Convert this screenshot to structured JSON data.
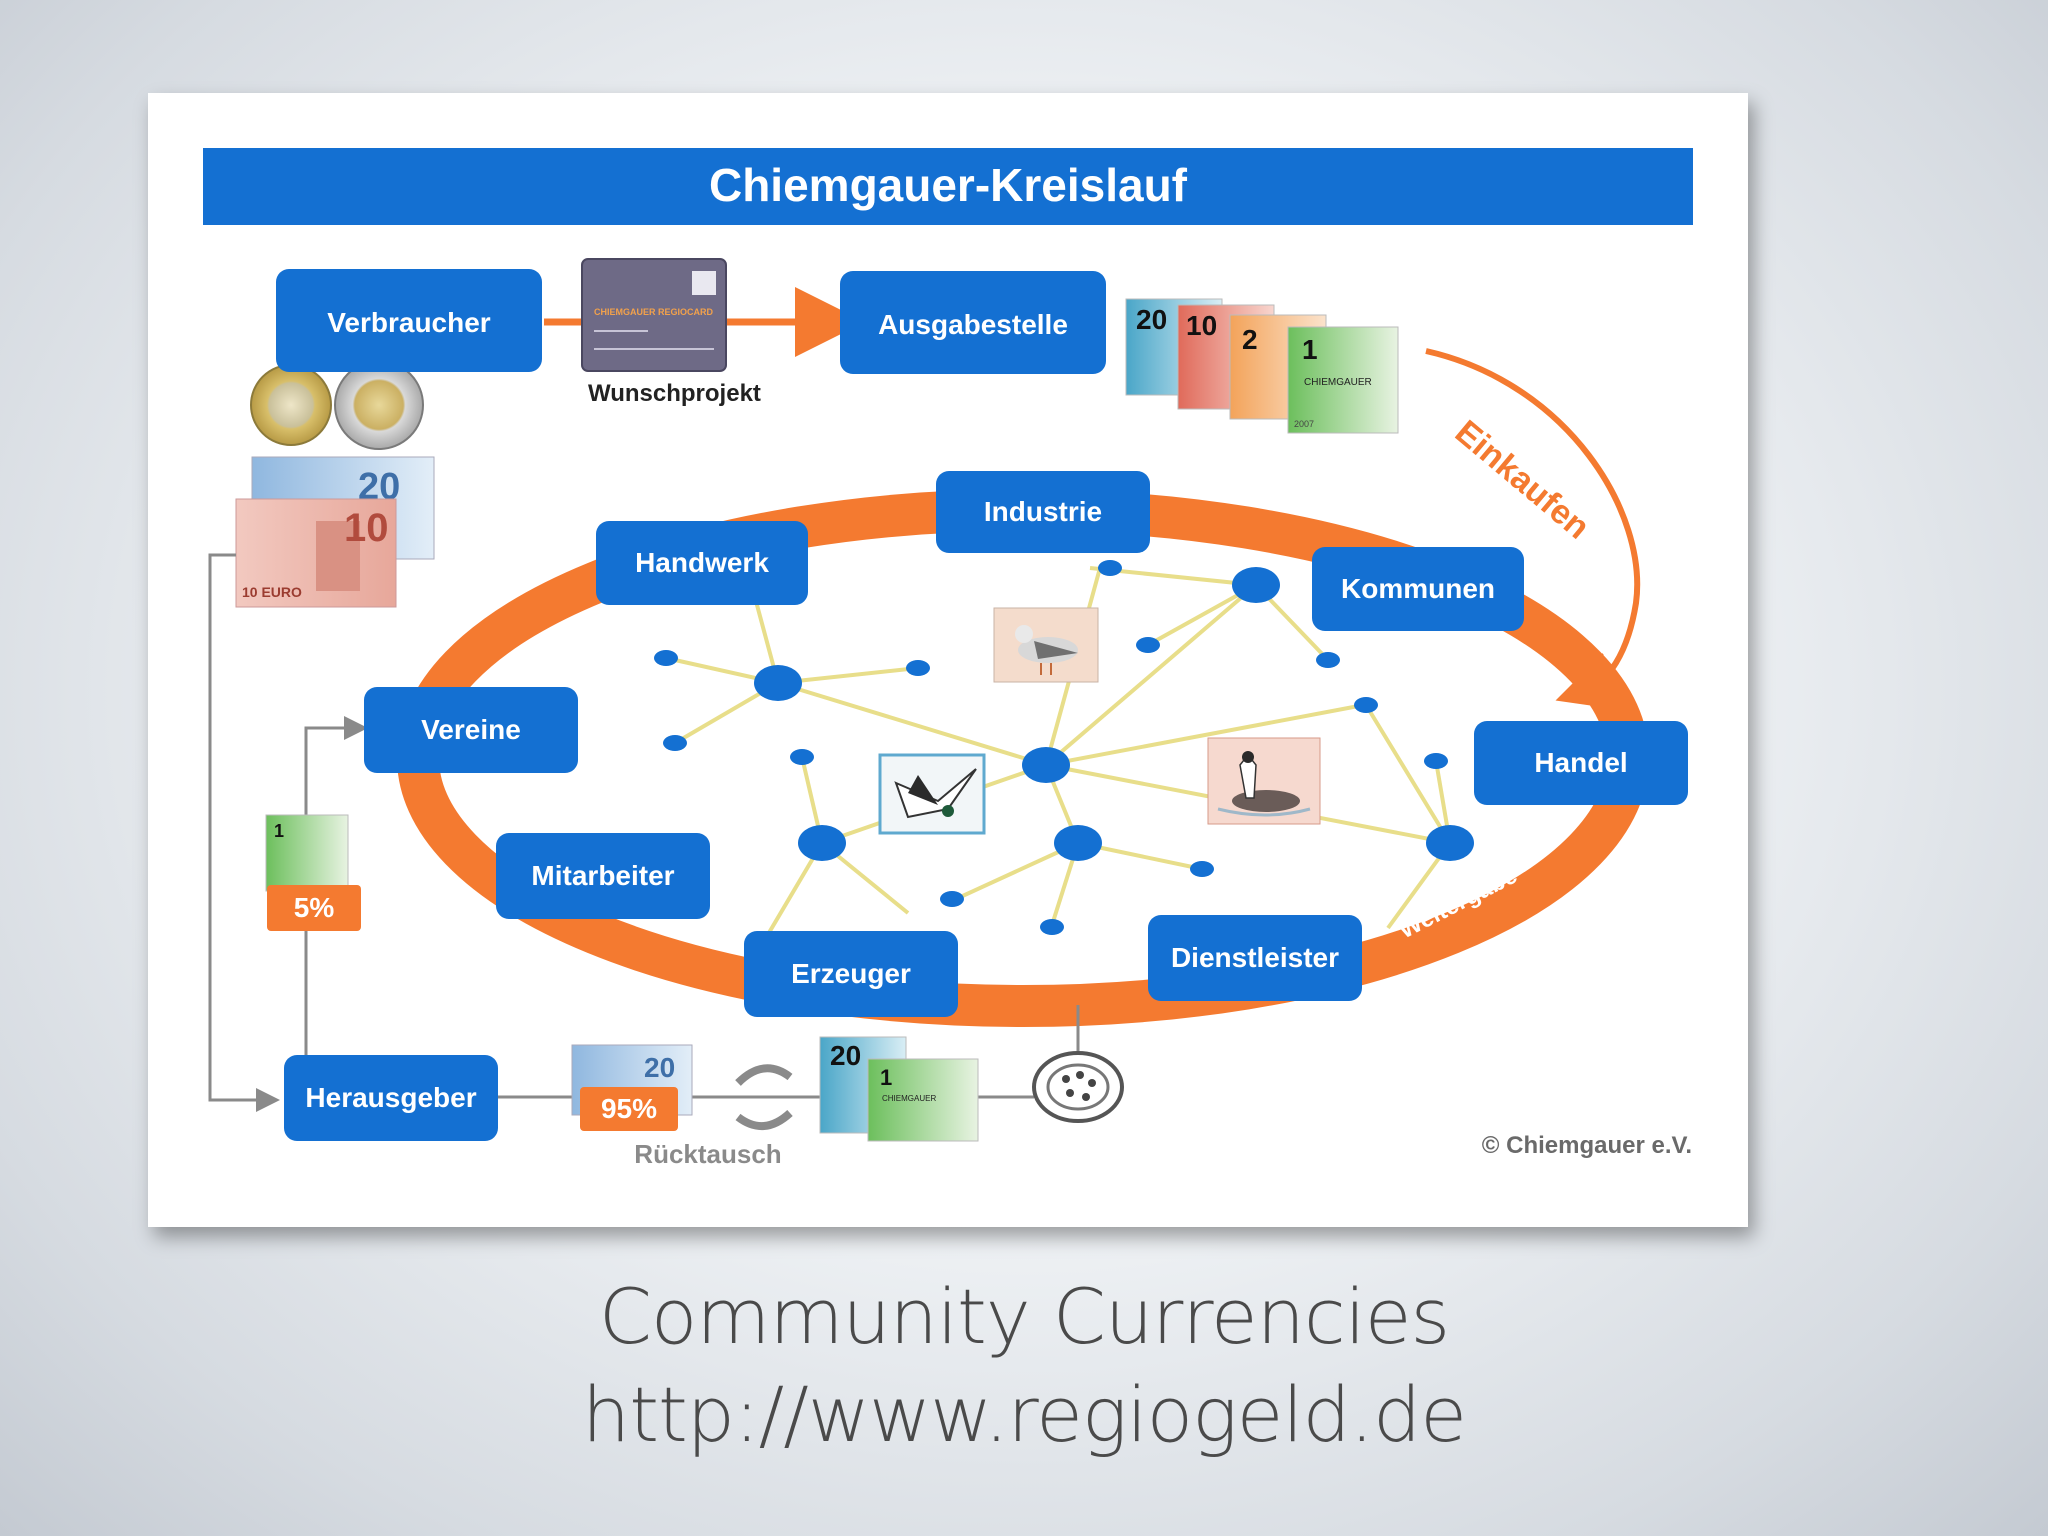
{
  "diagram": {
    "title": "Chiemgauer-Kreislauf",
    "nodes": {
      "verbraucher": "Verbraucher",
      "ausgabestelle": "Ausgabestelle",
      "industrie": "Industrie",
      "handwerk": "Handwerk",
      "kommunen": "Kommunen",
      "vereine": "Vereine",
      "handel": "Handel",
      "mitarbeiter": "Mitarbeiter",
      "erzeuger": "Erzeuger",
      "dienstleister": "Dienstleister",
      "herausgeber": "Herausgeber"
    },
    "labels": {
      "wunschprojekt": "Wunschprojekt",
      "einkaufen": "Einkaufen",
      "weitergabe": "Weitergabe",
      "ruecktausch": "Rücktausch",
      "copyright": "© Chiemgauer e.V.",
      "card_name": "CHIEMGAUER REGIOCARD"
    },
    "percentages": {
      "five": "5%",
      "ninetyfive": "95%"
    },
    "chiemgauer_notes": {
      "values": [
        "20",
        "10",
        "2",
        "1"
      ],
      "brand": "CHIEMGAUER",
      "year": "2007"
    },
    "euro_notes": {
      "values": [
        "20",
        "10"
      ],
      "small_label": "10 EURO"
    },
    "colors": {
      "blue": "#1470d2",
      "orange": "#f47a30",
      "link_yellow": "#e8de8a",
      "gray": "#8a8a8a"
    }
  },
  "caption": {
    "line1": "Community Currencies",
    "line2": "http://www.regiogeld.de"
  }
}
